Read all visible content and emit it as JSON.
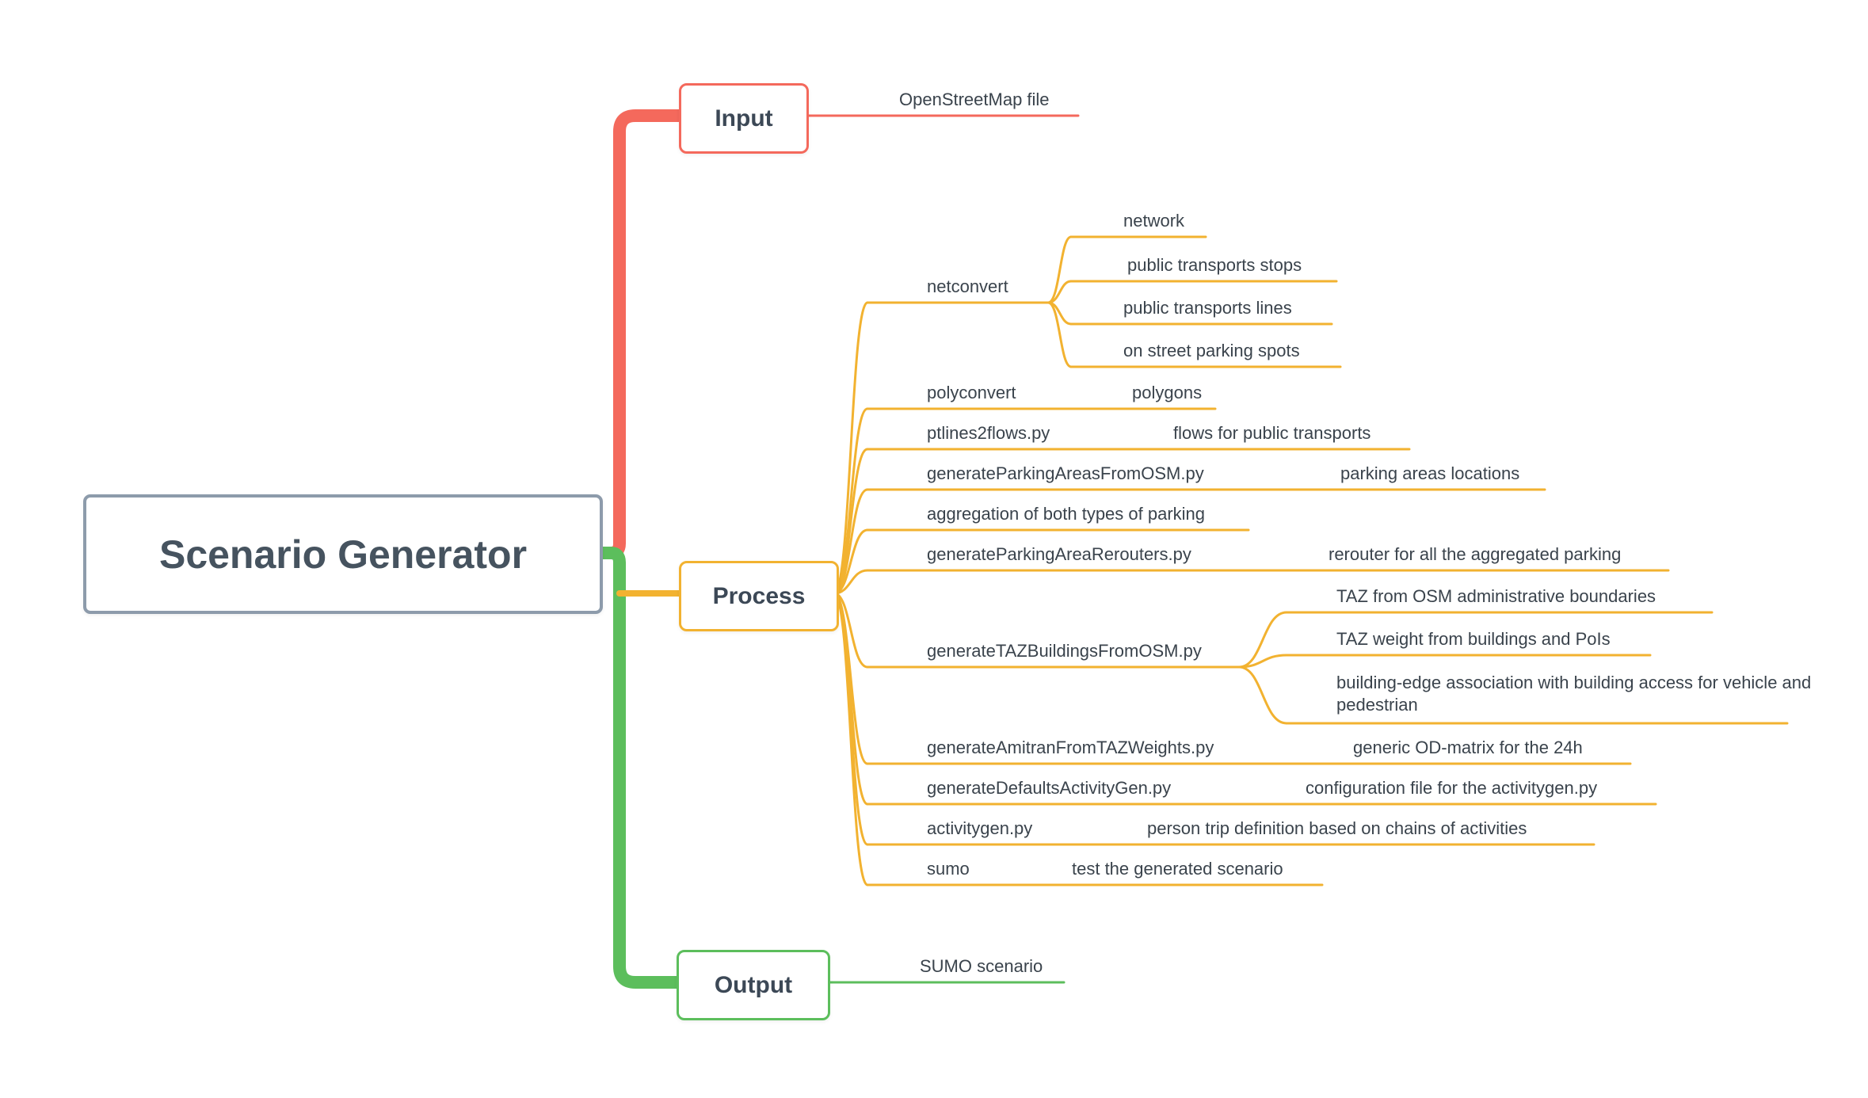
{
  "root": {
    "label": "Scenario Generator"
  },
  "input": {
    "label": "Input",
    "child": "OpenStreetMap file"
  },
  "process": {
    "label": "Process",
    "items": [
      {
        "label": "netconvert",
        "children": [
          "network",
          "public transports stops",
          "public transports lines",
          "on street parking spots"
        ]
      },
      {
        "label": "polyconvert",
        "child": "polygons"
      },
      {
        "label": "ptlines2flows.py",
        "child": "flows for public transports"
      },
      {
        "label": "generateParkingAreasFromOSM.py",
        "child": "parking areas locations"
      },
      {
        "label": "aggregation of both types of parking"
      },
      {
        "label": "generateParkingAreaRerouters.py",
        "child": "rerouter for all the aggregated parking"
      },
      {
        "label": "generateTAZBuildingsFromOSM.py",
        "children": [
          "TAZ from OSM administrative boundaries",
          "TAZ weight from buildings and PoIs",
          "building-edge association with building access for vehicle and pedestrian"
        ]
      },
      {
        "label": "generateAmitranFromTAZWeights.py",
        "child": "generic OD-matrix for the 24h"
      },
      {
        "label": "generateDefaultsActivityGen.py",
        "child": "configuration file for the activitygen.py"
      },
      {
        "label": "activitygen.py",
        "child": "person trip definition based on chains of activities"
      },
      {
        "label": "sumo",
        "child": "test the generated scenario"
      }
    ]
  },
  "output": {
    "label": "Output",
    "child": "SUMO scenario"
  },
  "colors": {
    "input": "#F4695C",
    "process": "#F2B230",
    "output": "#5CBE5C",
    "root_border": "#8D9BAB",
    "node_text": "#3C4856",
    "leaf_text": "#3A434C"
  }
}
